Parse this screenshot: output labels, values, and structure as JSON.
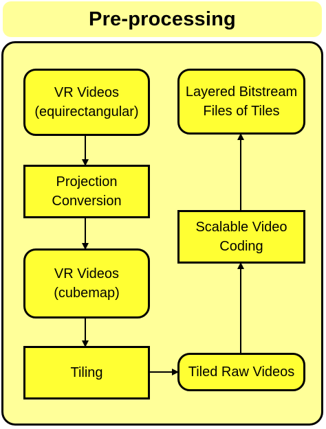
{
  "header": {
    "title": "Pre-processing"
  },
  "nodes": {
    "vr_equirect": {
      "line1": "VR Videos",
      "line2": "(equirectangular)"
    },
    "projection": {
      "line1": "Projection",
      "line2": "Conversion"
    },
    "vr_cubemap": {
      "line1": "VR Videos",
      "line2": "(cubemap)"
    },
    "tiling": {
      "line1": "Tiling"
    },
    "tiled_raw": {
      "line1": "Tiled Raw Videos"
    },
    "svc": {
      "line1": "Scalable Video",
      "line2": "Coding"
    },
    "layered": {
      "line1": "Layered Bitstream",
      "line2": "Files of Tiles"
    }
  },
  "colors": {
    "background": "#ffff99",
    "node_fill": "#ffff33",
    "stroke": "#000000"
  }
}
